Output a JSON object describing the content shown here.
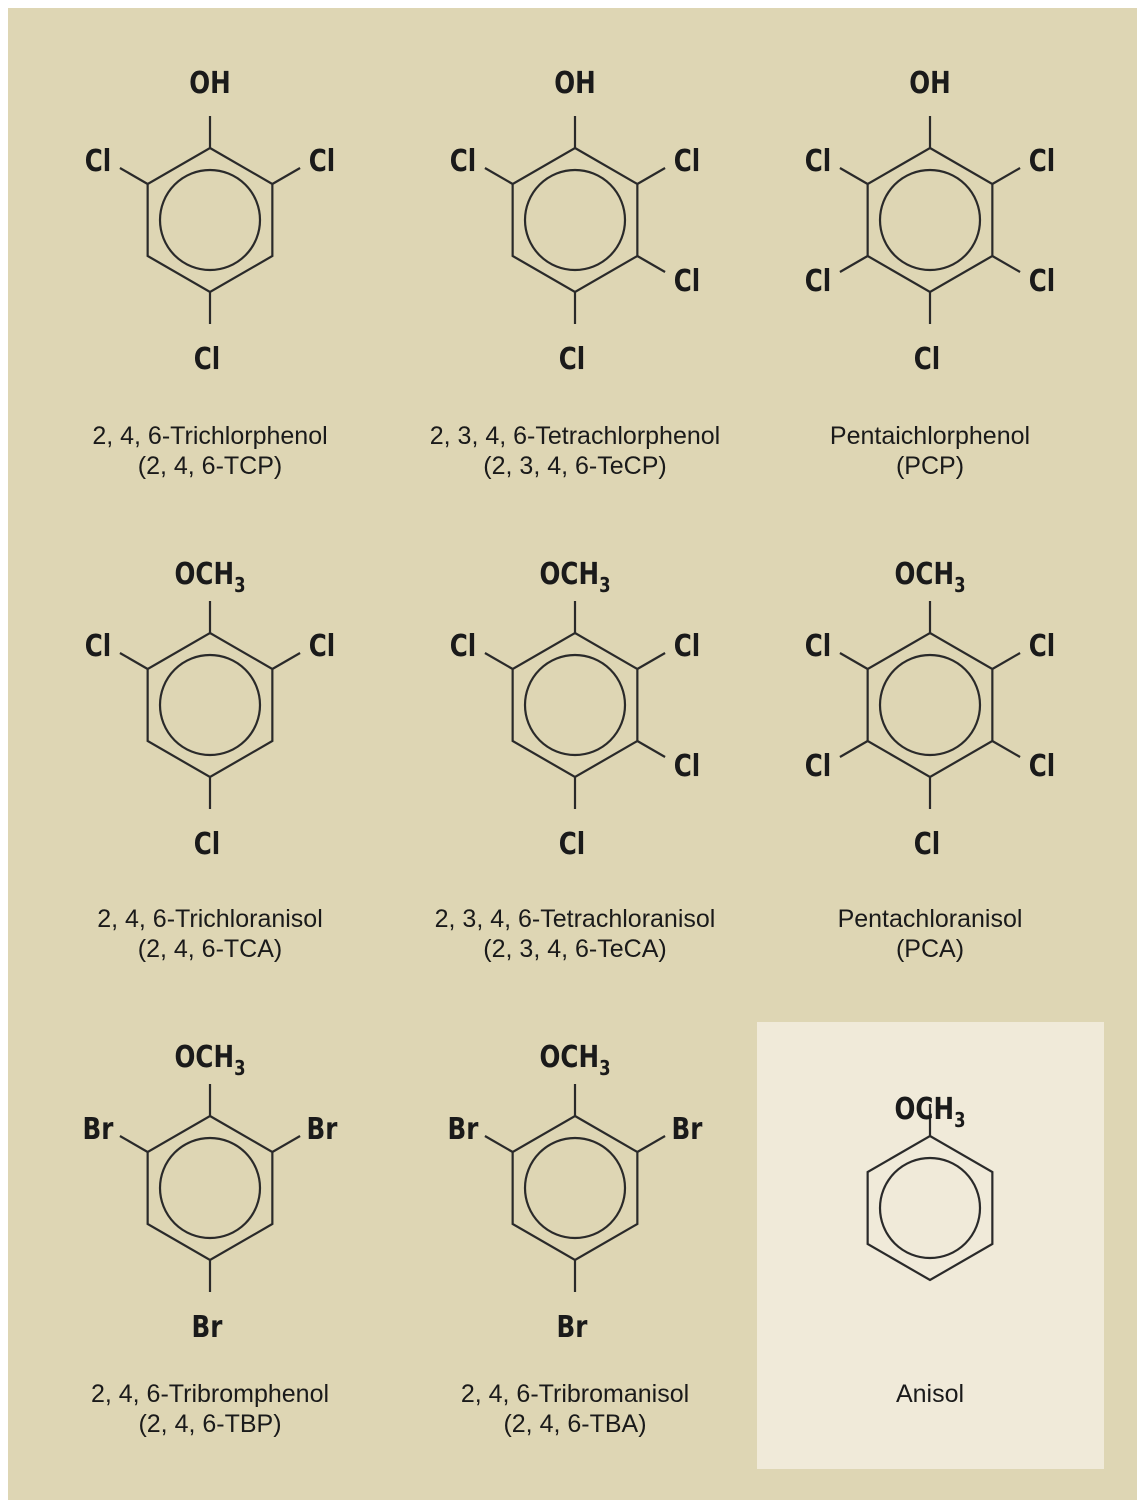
{
  "highlight_color": "#f0ead9",
  "molecules": [
    {
      "name": "2, 4, 6-Trichlorphenol",
      "abbr": "(2, 4, 6-TCP)",
      "top_group": "OH",
      "substituents": {
        "top": "OH",
        "tl": "Cl",
        "tr": "Cl",
        "bl": "",
        "br": "",
        "bottom": "Cl"
      }
    },
    {
      "name": "2, 3, 4, 6-Tetrachlorphenol",
      "abbr": "(2, 3, 4, 6-TeCP)",
      "top_group": "OH",
      "substituents": {
        "top": "OH",
        "tl": "Cl",
        "tr": "Cl",
        "bl": "",
        "br": "Cl",
        "bottom": "Cl"
      }
    },
    {
      "name": "Pentaichlorphenol",
      "abbr": "(PCP)",
      "top_group": "OH",
      "substituents": {
        "top": "OH",
        "tl": "Cl",
        "tr": "Cl",
        "bl": "Cl",
        "br": "Cl",
        "bottom": "Cl"
      }
    },
    {
      "name": "2, 4, 6-Trichloranisol",
      "abbr": "(2, 4, 6-TCA)",
      "top_group": "OCH3",
      "substituents": {
        "top": "OCH3",
        "tl": "Cl",
        "tr": "Cl",
        "bl": "",
        "br": "",
        "bottom": "Cl"
      }
    },
    {
      "name": "2, 3, 4, 6-Tetrachloranisol",
      "abbr": "(2, 3, 4, 6-TeCA)",
      "top_group": "OCH3",
      "substituents": {
        "top": "OCH3",
        "tl": "Cl",
        "tr": "Cl",
        "bl": "",
        "br": "Cl",
        "bottom": "Cl"
      }
    },
    {
      "name": "Pentachloranisol",
      "abbr": "(PCA)",
      "top_group": "OCH3",
      "substituents": {
        "top": "OCH3",
        "tl": "Cl",
        "tr": "Cl",
        "bl": "Cl",
        "br": "Cl",
        "bottom": "Cl"
      }
    },
    {
      "name": "2, 4, 6-Tribromphenol",
      "abbr": "(2, 4, 6-TBP)",
      "top_group": "OCH3",
      "substituents": {
        "top": "OCH3",
        "tl": "Br",
        "tr": "Br",
        "bl": "",
        "br": "",
        "bottom": "Br"
      }
    },
    {
      "name": "2, 4, 6-Tribromanisol",
      "abbr": "(2, 4, 6-TBA)",
      "top_group": "OCH3",
      "substituents": {
        "top": "OCH3",
        "tl": "Br",
        "tr": "Br",
        "bl": "",
        "br": "",
        "bottom": "Br"
      }
    },
    {
      "name": "Anisol",
      "abbr": "",
      "top_group": "OCH3",
      "substituents": {
        "top": "OCH3",
        "tl": "",
        "tr": "",
        "bl": "",
        "br": "",
        "bottom": ""
      }
    }
  ]
}
